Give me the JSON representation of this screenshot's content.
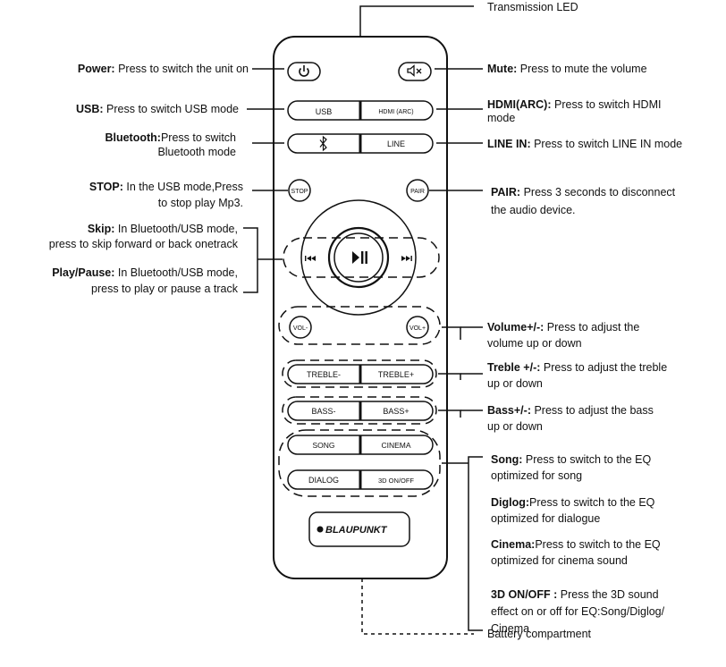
{
  "remote": {
    "buttons": {
      "usb": "USB",
      "hdmi": "HDMI (ARC)",
      "line": "LINE",
      "stop": "STOP",
      "pair": "PAIR",
      "vol_minus": "VOL-",
      "vol_plus": "VOL+",
      "treble_minus": "TREBLE-",
      "treble_plus": "TREBLE+",
      "bass_minus": "BASS-",
      "bass_plus": "BASS+",
      "song": "SONG",
      "cinema": "CINEMA",
      "dialog": "DIALOG",
      "threed": "3D ON/OFF"
    },
    "brand": "BLAUPUNKT",
    "icons": [
      "power-icon",
      "mute-icon",
      "bluetooth-icon",
      "skip-back-icon",
      "play-pause-icon",
      "skip-forward-icon"
    ]
  },
  "annotations": {
    "transmission_led": "Transmission LED",
    "battery": "Battery compartment",
    "power": {
      "title": "Power:",
      "text": " Press to switch the unit on"
    },
    "usb": {
      "title": "USB:",
      "text": "  Press to switch USB mode"
    },
    "bluetooth": {
      "title": "Bluetooth:",
      "text": "Press to switch",
      "text2": "Bluetooth mode"
    },
    "stop": {
      "title": "STOP:",
      "text": " In the USB mode,Press",
      "text2": "to stop play Mp3."
    },
    "skip": {
      "title": "Skip:",
      "text": " In Bluetooth/USB mode,",
      "text2": "press to skip forward or back onetrack"
    },
    "play": {
      "title": "Play/Pause:",
      "text": " In Bluetooth/USB mode,",
      "text2": "press to play or pause a track"
    },
    "mute": {
      "title": "Mute:",
      "text": " Press to mute the volume"
    },
    "hdmi": {
      "title": "HDMI(ARC):",
      "text": " Press to switch HDMI",
      "text2": "mode"
    },
    "line_in": {
      "title": "LINE IN:",
      "text": " Press to switch LINE IN mode"
    },
    "pair": {
      "title": "PAIR:",
      "text": " Press 3 seconds to disconnect",
      "text2": "the audio device."
    },
    "volume": {
      "title": "Volume+/-:",
      "text": " Press to adjust the",
      "text2": "volume up or down"
    },
    "treble": {
      "title": "Treble +/-:",
      "text": " Press to adjust the treble",
      "text2": "up or down"
    },
    "bass": {
      "title": "Bass+/-:",
      "text": " Press to adjust the bass",
      "text2": "up or down"
    },
    "song": {
      "title": "Song:",
      "text": " Press to switch to the EQ",
      "text2": "optimized for song"
    },
    "diglog": {
      "title": "Diglog:",
      "text": "Press to switch to the EQ",
      "text2": "optimized for dialogue"
    },
    "cinema": {
      "title": "Cinema:",
      "text": "Press to switch to the EQ",
      "text2": "optimized for cinema sound"
    },
    "threed": {
      "title": "3D ON/OFF :",
      "text": "   Press the 3D sound",
      "text2": "effect on or off for EQ:Song/Diglog/",
      "text3": "Cinema"
    }
  }
}
